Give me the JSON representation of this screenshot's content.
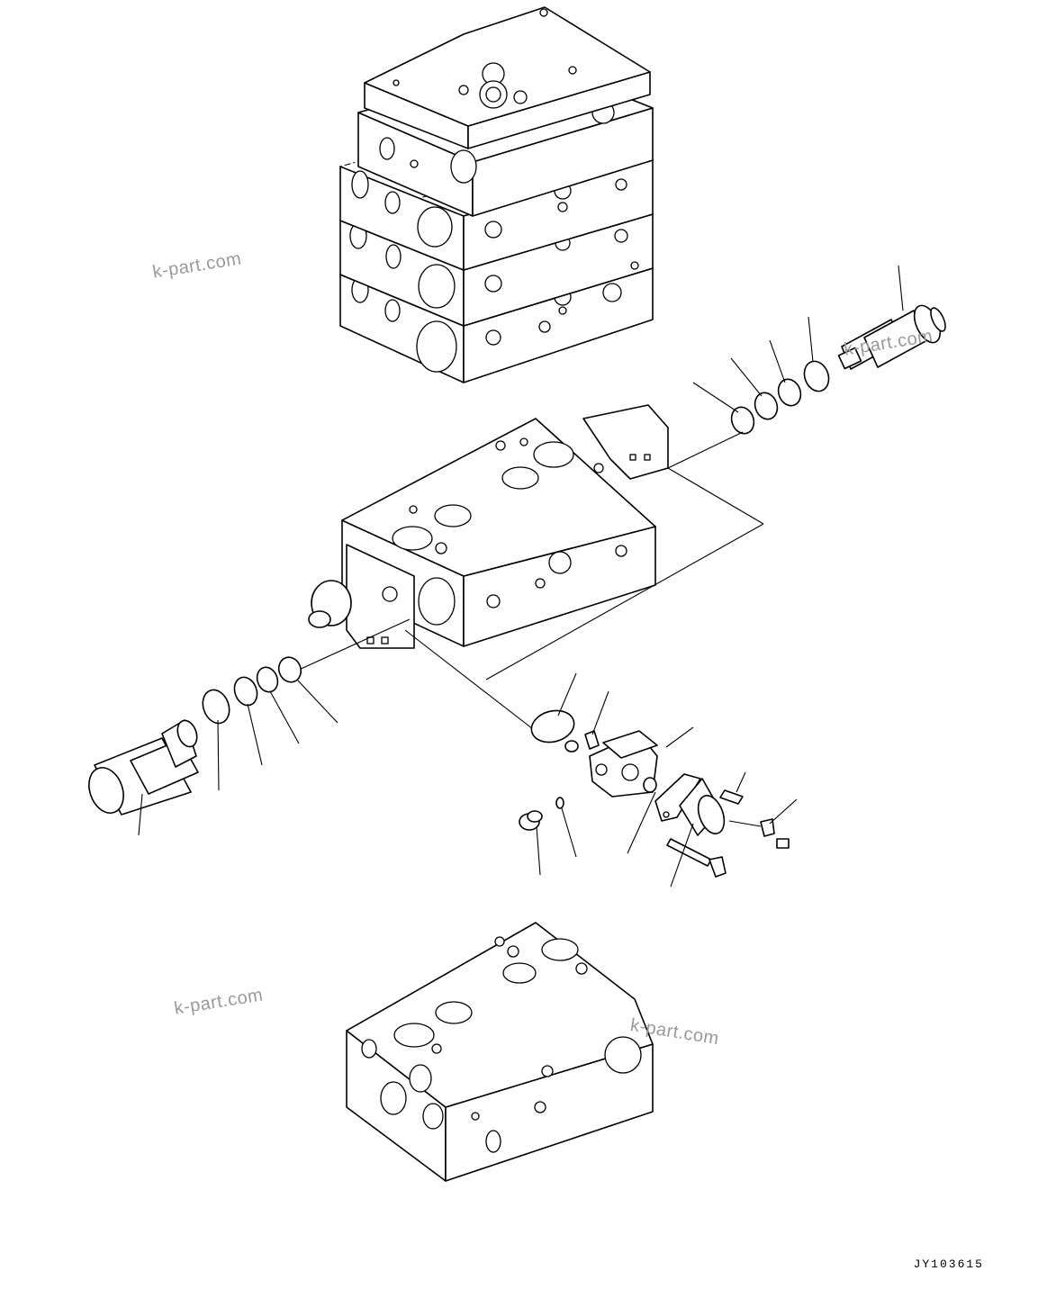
{
  "watermarks": [
    "k-part.com",
    "k-part.com",
    "k-part.com",
    "k-part.com"
  ],
  "drawing_code": "JY103615"
}
